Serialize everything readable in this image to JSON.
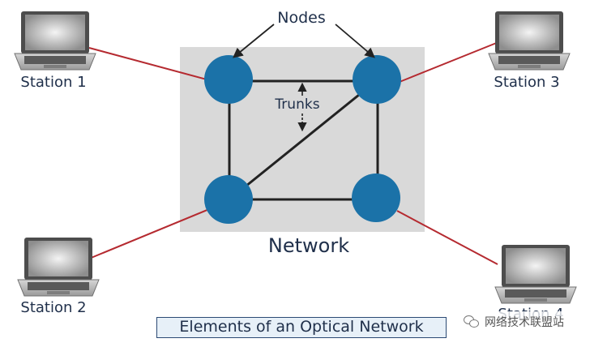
{
  "labels": {
    "nodes": "Nodes",
    "trunks": "Trunks",
    "network": "Network",
    "station1": "Station 1",
    "station2": "Station 2",
    "station3": "Station 3",
    "station4": "Station 4"
  },
  "caption": "Elements of an Optical Network",
  "watermark": "网络技术联盟站",
  "icons": {
    "station": "laptop-icon",
    "node": "circle-node",
    "watermark_logo": "wechat-icon"
  },
  "colors": {
    "node": "#1b72a8",
    "network_bg": "#d9d9d9",
    "trunk": "#222222",
    "access_line": "#b52a30",
    "caption_bg": "#e7f0f8",
    "caption_border": "#2c4a74",
    "text": "#1f2f4a"
  }
}
